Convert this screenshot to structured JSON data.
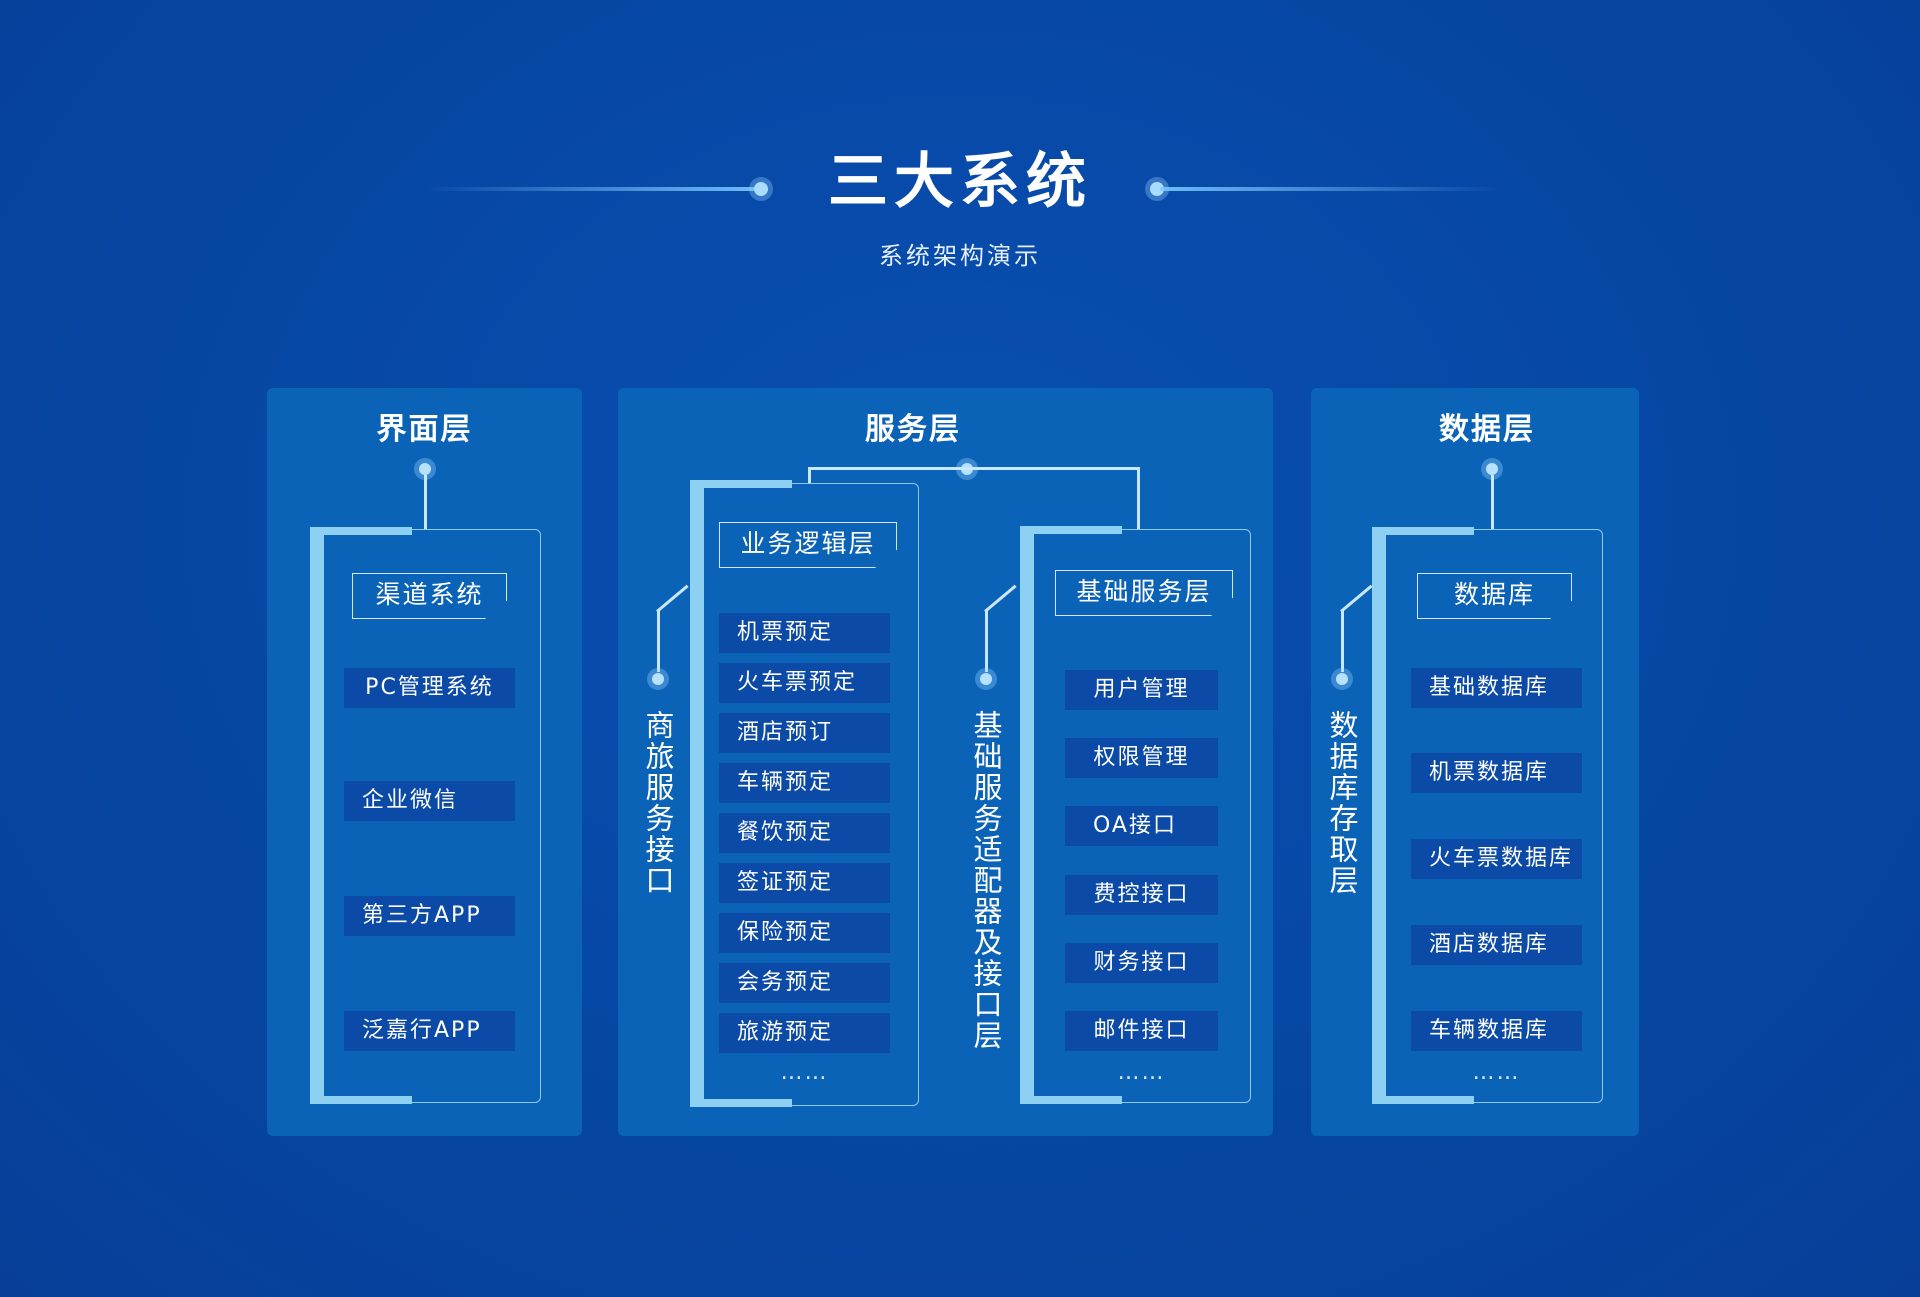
{
  "header": {
    "title": "三大系统",
    "subtitle": "系统架构演示"
  },
  "interface_layer": {
    "title": "界面层",
    "tag": "渠道系统",
    "items": [
      "PC管理系统",
      "企业微信",
      "第三方APP",
      "泛嘉行APP"
    ]
  },
  "service_layer": {
    "title": "服务层",
    "business_logic": {
      "tag": "业务逻辑层",
      "side_label": "商旅服务接口",
      "items": [
        "机票预定",
        "火车票预定",
        "酒店预订",
        "车辆预定",
        "餐饮预定",
        "签证预定",
        "保险预定",
        "会务预定",
        "旅游预定"
      ],
      "ellipsis": "……"
    },
    "base_service": {
      "tag": "基础服务层",
      "side_label": "基础服务适配器及接口层",
      "items": [
        "用户管理",
        "权限管理",
        "OA接口",
        "费控接口",
        "财务接口",
        "邮件接口"
      ],
      "ellipsis": "……"
    }
  },
  "data_layer": {
    "title": "数据层",
    "tag": "数据库",
    "side_label": "数据库存取层",
    "items": [
      "基础数据库",
      "机票数据库",
      "火车票数据库",
      "酒店数据库",
      "车辆数据库"
    ],
    "ellipsis": "……"
  }
}
